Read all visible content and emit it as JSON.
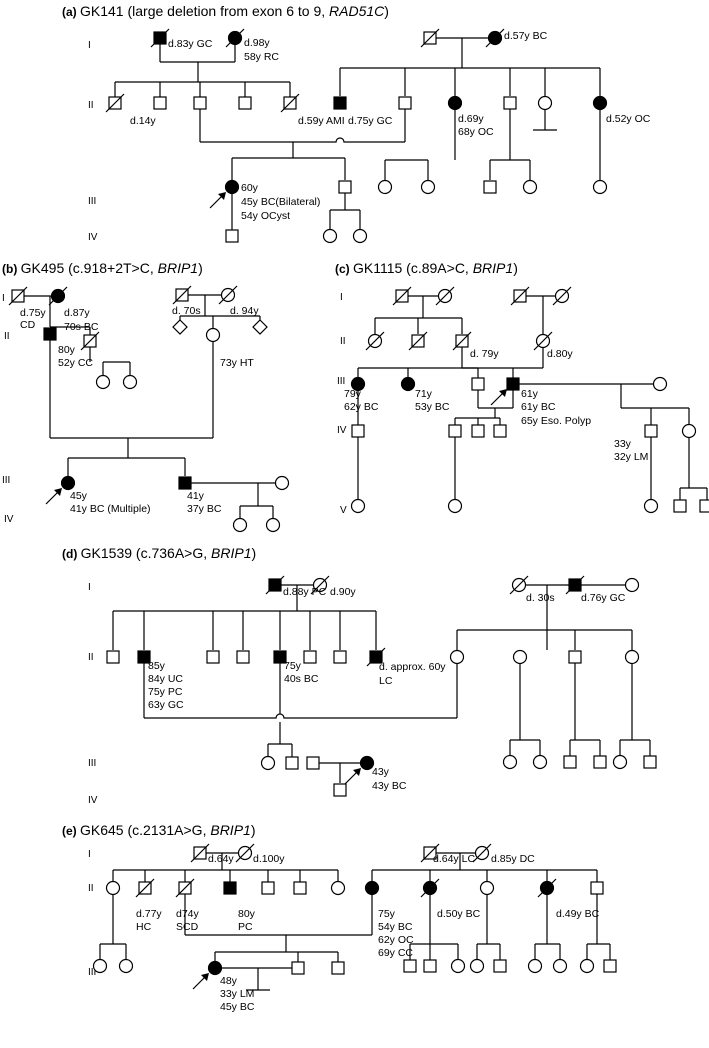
{
  "panels": [
    {
      "id": "a",
      "letter": "(a)",
      "title_plain": "GK141 (large deletion from exon 6 to 9, ",
      "title_gene": "RAD51C",
      "title_end": ")",
      "generations": [
        "I",
        "II",
        "III",
        "IV"
      ],
      "labels": [
        "d.83y GC",
        "d.98y",
        "58y RC",
        "d.57y BC",
        "d.14y",
        "d.59y AMI",
        "d.75y GC",
        "d.69y",
        "68y OC",
        "d.52y OC",
        "60y",
        "45y BC(Bilateral)",
        "54y OCyst"
      ]
    },
    {
      "id": "b",
      "letter": "(b)",
      "title_plain": "GK495 (c.918+2T>C, ",
      "title_gene": "BRIP1",
      "title_end": ")",
      "generations": [
        "I",
        "II",
        "III",
        "IV"
      ],
      "labels": [
        "d.75y",
        "CD",
        "d.87y",
        "70s BC",
        "d. 70s",
        "d. 94y",
        "80y",
        "52y CC",
        "73y HT",
        "45y",
        "41y BC (Multiple)",
        "41y",
        "37y BC"
      ]
    },
    {
      "id": "c",
      "letter": "(c)",
      "title_plain": "GK1115 (c.89A>C, ",
      "title_gene": "BRIP1",
      "title_end": ")",
      "generations": [
        "I",
        "II",
        "III",
        "IV",
        "V"
      ],
      "labels": [
        "d. 79y",
        "d.80y",
        "79y",
        "62y BC",
        "71y",
        "53y BC",
        "61y",
        "61y BC",
        "65y Eso. Polyp",
        "33y",
        "32y LM"
      ]
    },
    {
      "id": "d",
      "letter": "(d)",
      "title_plain": "GK1539 (c.736A>G, ",
      "title_gene": "BRIP1",
      "title_end": ")",
      "generations": [
        "I",
        "II",
        "III",
        "IV"
      ],
      "labels": [
        "d.88y PC",
        "d.90y",
        "d. 30s",
        "d.76y GC",
        "85y",
        "84y UC",
        "75y PC",
        "63y GC",
        "75y",
        "40s BC",
        "d. approx. 60y",
        "LC",
        "43y",
        "43y BC"
      ]
    },
    {
      "id": "e",
      "letter": "(e)",
      "title_plain": "GK645 (c.2131A>G, ",
      "title_gene": "BRIP1",
      "title_end": ")",
      "generations": [
        "I",
        "II",
        "III"
      ],
      "labels": [
        "d.64y",
        "d.100y",
        "d.64y LC",
        "d.85y DC",
        "d.77y",
        "HC",
        "d74y",
        "SCD",
        "80y",
        "PC",
        "75y",
        "54y BC",
        "62y OC",
        "69y CC",
        "d.50y BC",
        "d.49y BC",
        "48y",
        "33y LM",
        "45y BC"
      ]
    }
  ]
}
